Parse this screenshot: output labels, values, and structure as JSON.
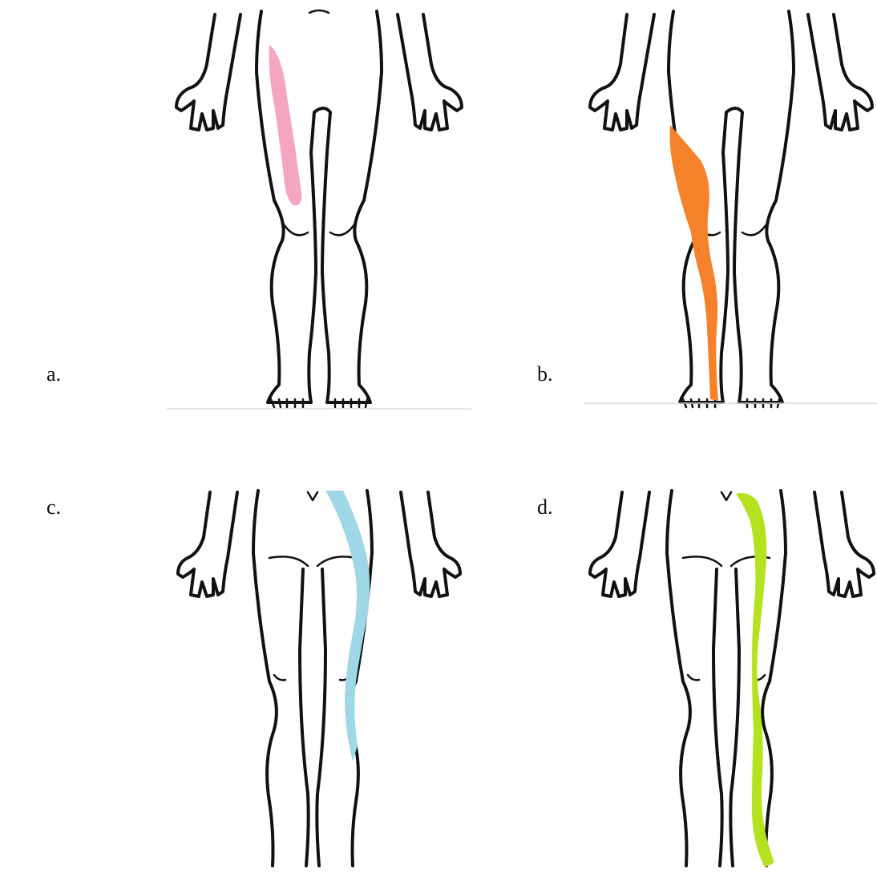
{
  "panels": [
    {
      "id": "a",
      "label": "a.",
      "view": "front",
      "highlight_color": "#f4a6c1"
    },
    {
      "id": "b",
      "label": "b.",
      "view": "front",
      "highlight_color": "#f5822a"
    },
    {
      "id": "c",
      "label": "c.",
      "view": "back",
      "highlight_color": "#9fd7e6"
    },
    {
      "id": "d",
      "label": "d.",
      "view": "back",
      "highlight_color": "#b4e21f"
    }
  ]
}
